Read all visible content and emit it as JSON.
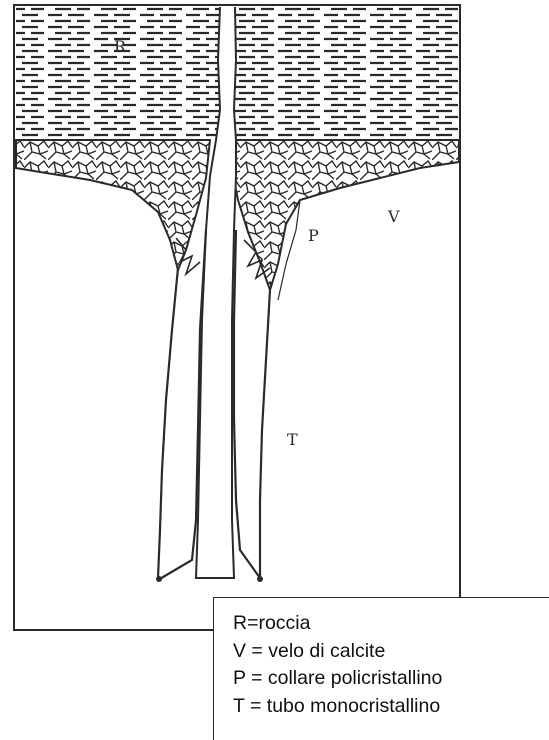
{
  "labels": {
    "rock": "R",
    "calcite_veil": "V",
    "polycrystalline_collar": "P",
    "monocrystalline_tube": "T"
  },
  "legend": [
    "R=roccia",
    "V = velo di calcite",
    "P = collare policristallino",
    "T = tubo monocristallino"
  ],
  "colors": {
    "ink": "#2a2a2a",
    "background": "#ffffff"
  }
}
